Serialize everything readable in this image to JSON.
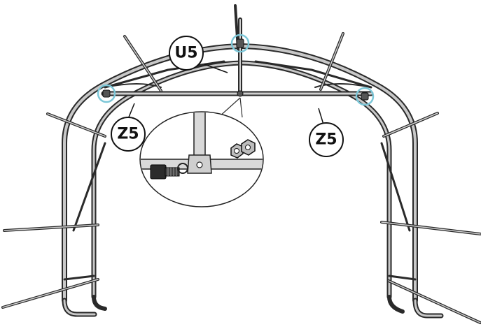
{
  "callouts": [
    {
      "id": "u5-top",
      "label": "U5"
    },
    {
      "id": "z5-left",
      "label": "Z5"
    },
    {
      "id": "z5-right",
      "label": "Z5"
    }
  ],
  "colors": {
    "frame_outline": "#2a2a2a",
    "frame_fill": "#bdbdbd",
    "highlight_ring": "#7cc7d8",
    "bolt": "#222222"
  },
  "icons": [
    "bolt-icon",
    "nut-icon",
    "highlight-ring"
  ]
}
